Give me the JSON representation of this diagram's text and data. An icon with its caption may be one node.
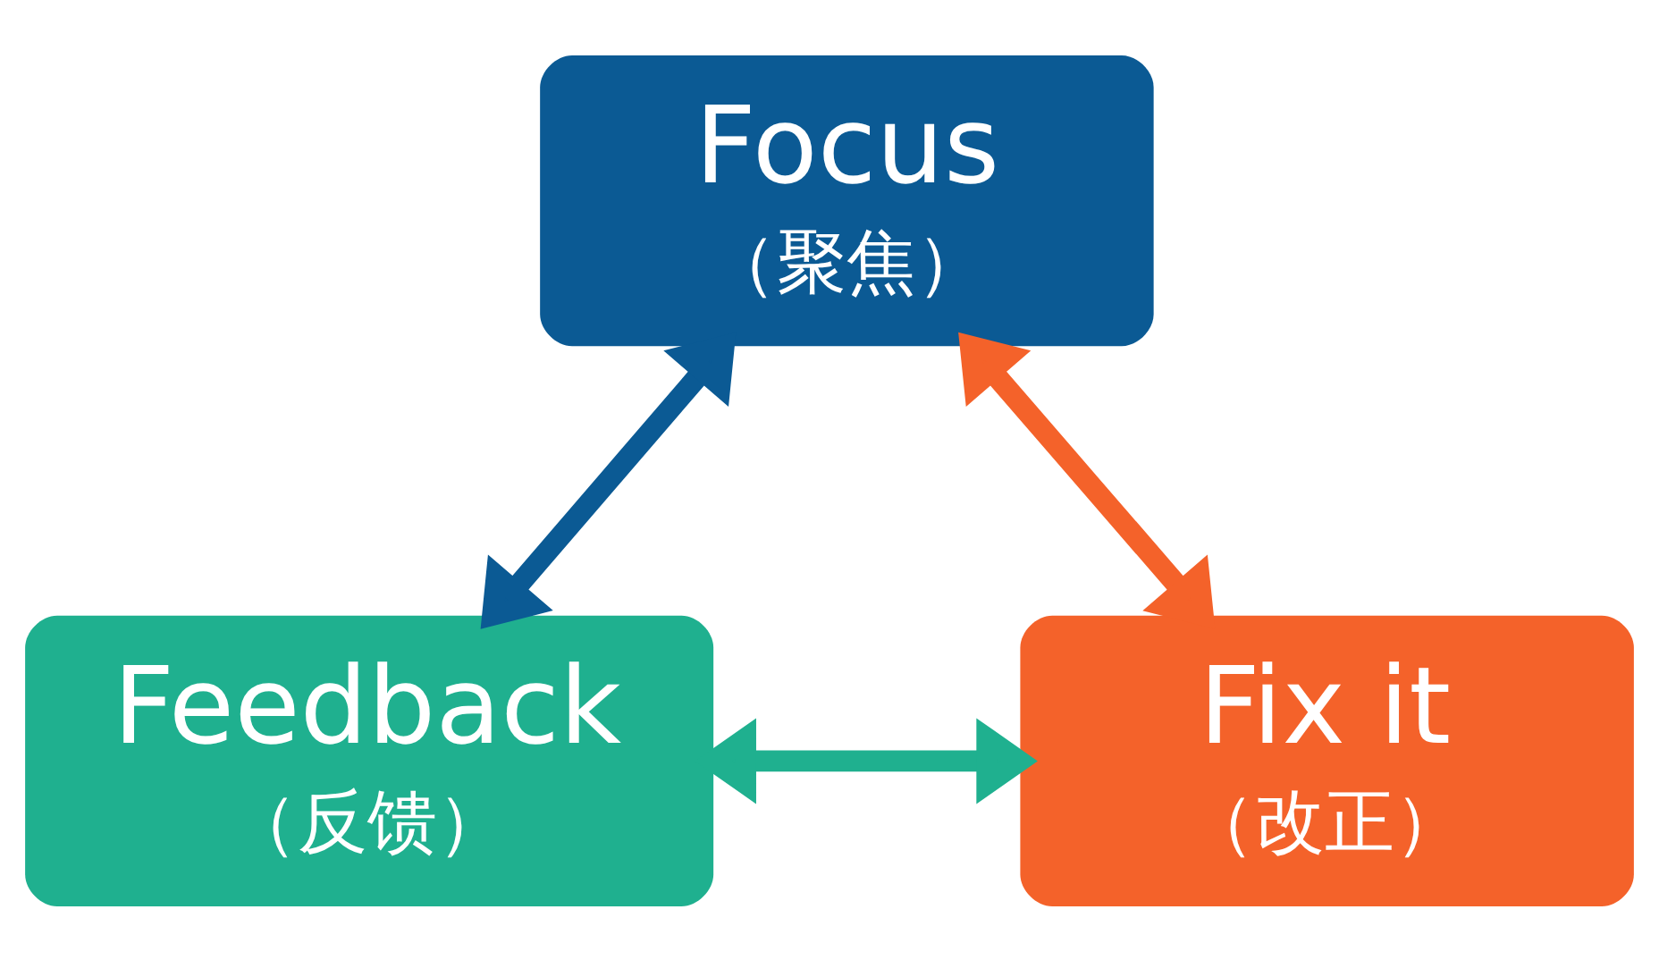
{
  "diagram": {
    "nodes": [
      {
        "text": [
          "Focus",
          "（聚焦）"
        ]
      },
      {
        "text": [
          "Feedback",
          "（反馈）"
        ]
      },
      {
        "text": [
          "Fix it",
          "（改正）"
        ]
      }
    ],
    "edges": [
      {
        "from": 0,
        "to": 1,
        "arrow": "both",
        "color": "#0b5a94"
      },
      {
        "from": 0,
        "to": 2,
        "arrow": "both",
        "color": "#f4622a"
      },
      {
        "from": 1,
        "to": 2,
        "arrow": "both",
        "color": "#1fb08f"
      }
    ]
  }
}
